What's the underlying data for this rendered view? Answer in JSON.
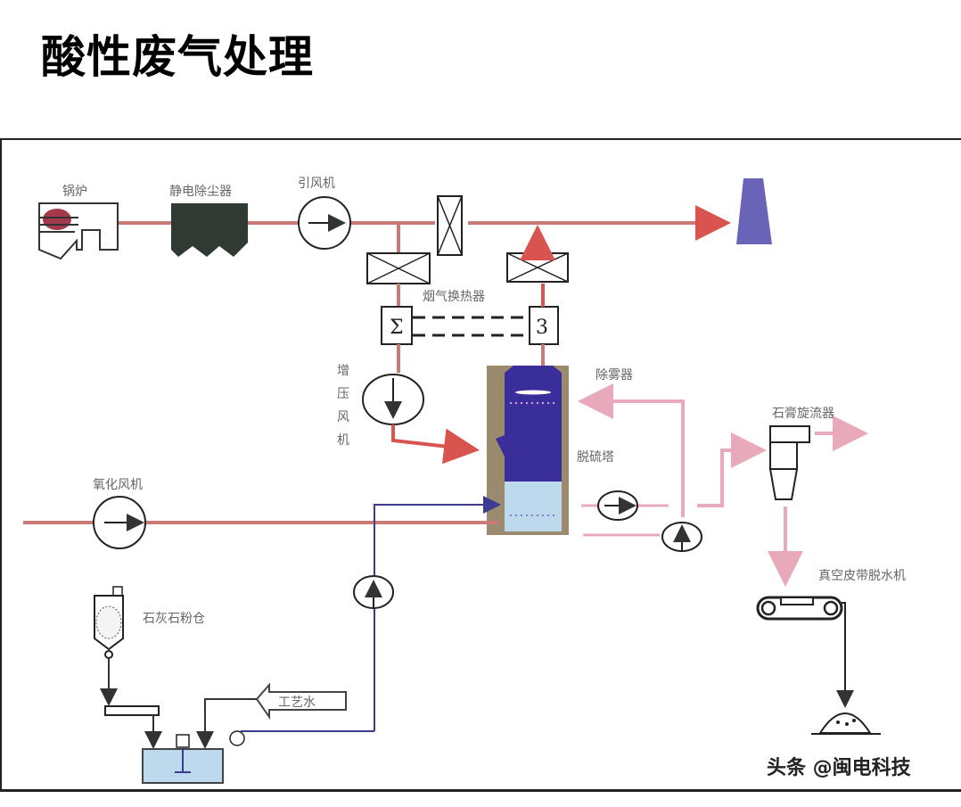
{
  "title": "酸性废气处理",
  "colors": {
    "flue_gas": "#d9534f",
    "flue_gas_line": "#c97a76",
    "slurry_pink": "#e8a9bb",
    "water_blue": "#3b3b8f",
    "tower_body": "#3a2f9a",
    "tower_shell": "#9a8a6e",
    "tower_liquid": "#bcd9ee",
    "stack": "#6a64b8",
    "equipment_dark": "#2f3a33"
  },
  "labels": {
    "boiler": "锅炉",
    "esp": "静电除尘器",
    "id_fan": "引风机",
    "gas_heater": "烟气换热器",
    "booster_fan": [
      "增",
      "压",
      "风",
      "机"
    ],
    "demister": "除雾器",
    "absorber": "脱硫塔",
    "oxidation_fan": "氧化风机",
    "hydrocyclone": "石膏旋流器",
    "belt_filter": "真空皮带脱水机",
    "limestone_silo": "石灰石粉仓",
    "process_water": "工艺水"
  },
  "watermark": "头条 @闽电科技"
}
